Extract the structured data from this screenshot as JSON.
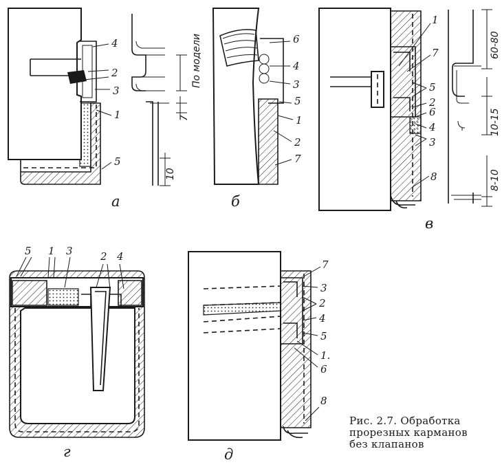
{
  "panels": {
    "a": {
      "letter": "а",
      "labels": [
        "4",
        "2",
        "3",
        "1",
        "5"
      ]
    },
    "b": {
      "letter": "б",
      "labels": [
        "6",
        "4",
        "3",
        "5",
        "1",
        "2",
        "7"
      ]
    },
    "v": {
      "letter": "в",
      "labels": [
        "1",
        "7",
        "5",
        "2",
        "6",
        "4",
        "3",
        "8"
      ]
    },
    "g": {
      "letter": "г",
      "labels": [
        "5",
        "1",
        "3",
        "2",
        "4"
      ]
    },
    "d": {
      "letter": "д",
      "labels": [
        "7",
        "3",
        "2",
        "4",
        "5",
        "1.",
        "6",
        "8"
      ]
    }
  },
  "dimensions": {
    "a_model": "По модели",
    "a_7": "7",
    "a_10": "10",
    "v_top": "60-80",
    "v_mid": "10-15",
    "v_bot": "8-10"
  },
  "caption": {
    "line1": "Рис. 2.7. Обработка",
    "line2": "прорезных карманов",
    "line3": "без клапанов"
  }
}
